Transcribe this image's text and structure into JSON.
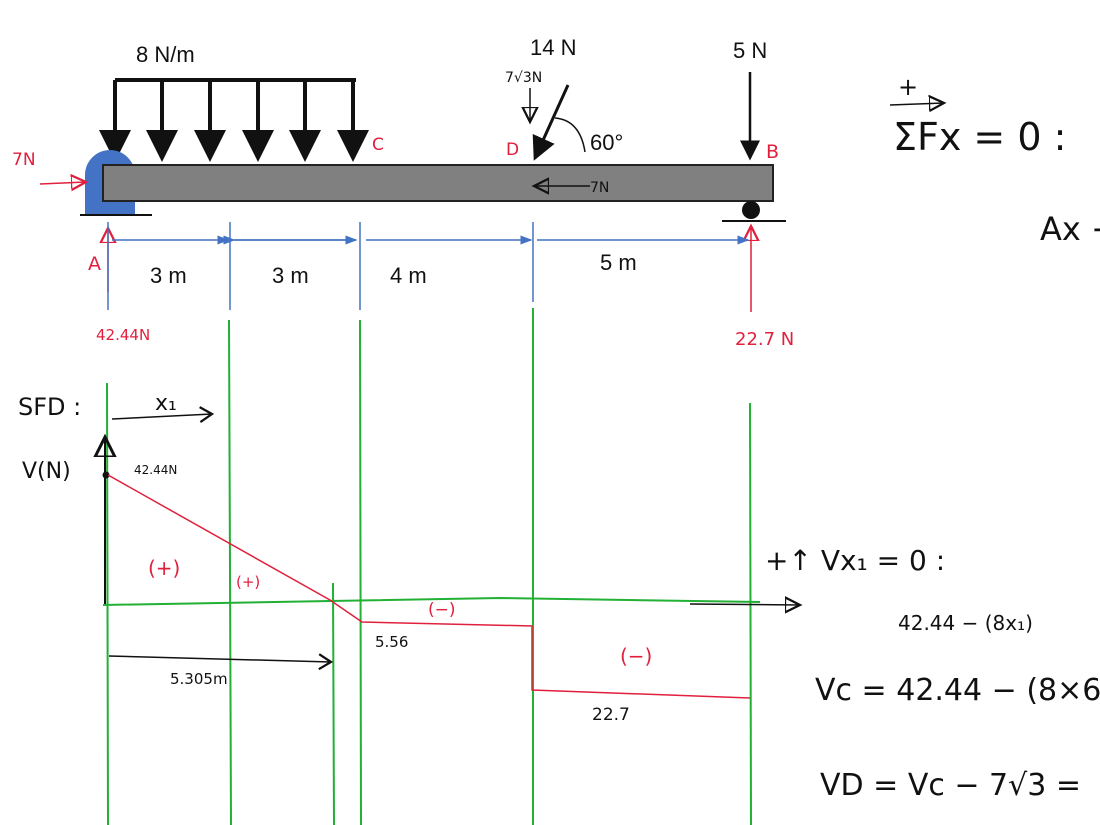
{
  "beam": {
    "udl_label": "8 N/m",
    "point_load_d": "14 N",
    "point_load_b": "5 N",
    "angle_label": "60°",
    "vertical_component": "7√3N",
    "horizontal_component": "7N",
    "point_a": "A",
    "point_b": "B",
    "point_c": "C",
    "point_d": "D",
    "reaction_ax": "7N",
    "reaction_ay": "42.44N",
    "reaction_by": "22.7 N",
    "spans": [
      "3 m",
      "3 m",
      "4 m",
      "5 m"
    ]
  },
  "sfd": {
    "title": "SFD :",
    "x_label": "x₁",
    "y_label": "V(N)",
    "start_value": "42.44N",
    "value_c": "5.56",
    "value_d": "22.7",
    "zero_crossing": "5.305m",
    "sign_labels": [
      "(+)",
      "(+)",
      "(−)",
      "(−)"
    ]
  },
  "equations": {
    "sum_fx": "ΣFx = 0 :",
    "sum_fx_plus": "+",
    "ax_line": "Ax −",
    "sum_v": "+↑ Vx₁ = 0 :",
    "v_x1": "42.44 − (8x₁)",
    "v_c": "Vc = 42.44 − (8×6",
    "v_d": "VD = Vc − 7√3 ="
  },
  "colors": {
    "beam": "#808080",
    "support": "#4472c4",
    "dimension": "#4472c4",
    "annotation": "#e0203c",
    "grid": "#22b035"
  }
}
